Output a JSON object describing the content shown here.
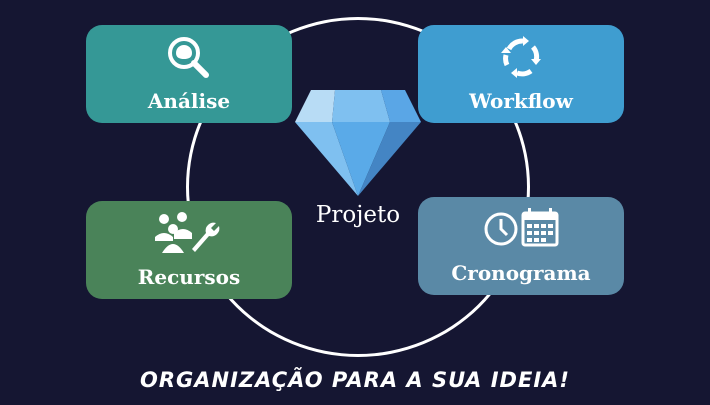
{
  "colors": {
    "background": "#151632",
    "analise": "#359896",
    "workflow": "#3f9dd0",
    "recursos": "#4a8359",
    "cronograma": "#5a89a6"
  },
  "center": {
    "label": "Projeto",
    "icon": "diamond-icon"
  },
  "nodes": [
    {
      "label": "Análise",
      "icon": "brain-magnifier-icon"
    },
    {
      "label": "Workflow",
      "icon": "cycle-arrows-icon"
    },
    {
      "label": "Recursos",
      "icon": "team-wrench-icon"
    },
    {
      "label": "Cronograma",
      "icon": "clock-calendar-icon"
    }
  ],
  "tagline": "ORGANIZAÇÃO PARA A SUA IDEIA!"
}
